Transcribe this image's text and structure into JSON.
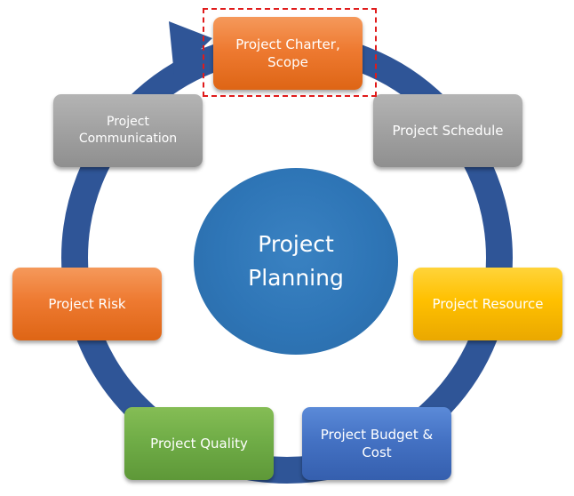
{
  "center": {
    "line1": "Project",
    "line2": "Planning"
  },
  "nodes": {
    "charter": {
      "line1": "Project Charter,",
      "line2": "Scope"
    },
    "schedule": {
      "label": "Project Schedule"
    },
    "resource": {
      "label": "Project Resource"
    },
    "budget": {
      "line1": "Project Budget &",
      "line2": "Cost"
    },
    "quality": {
      "label": "Project Quality"
    },
    "risk": {
      "label": "Project Risk"
    },
    "communication": {
      "line1": "Project",
      "line2": "Communication"
    }
  },
  "colors": {
    "ring": "#2f5597",
    "center": "#2e75b6",
    "gray": "#a5a5a5",
    "orange": "#ed7d31",
    "yellow": "#ffc000",
    "green": "#70ad47",
    "blue": "#4472c4",
    "highlight": "#e01b1b"
  }
}
